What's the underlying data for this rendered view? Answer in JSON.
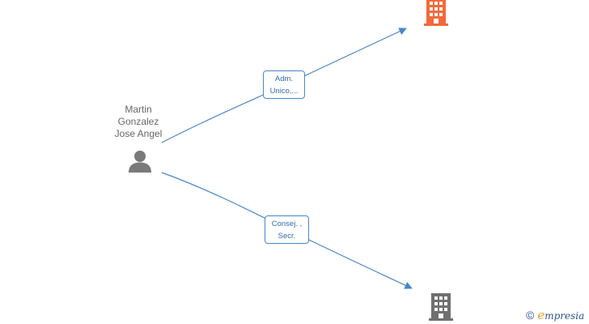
{
  "person": {
    "name_lines": [
      "Martin",
      "Gonzalez",
      "Jose Angel"
    ],
    "icon": "person-icon"
  },
  "relations": [
    {
      "role_lines": [
        "Adm.",
        "Unico,..."
      ],
      "target_icon": "building-icon",
      "target_color": "#f26a3a"
    },
    {
      "role_lines": [
        "Consej. ,",
        "Secr."
      ],
      "target_icon": "building-icon",
      "target_color": "#707070"
    }
  ],
  "colors": {
    "edge": "#4a86c8",
    "person": "#7a7a7a",
    "label_text": "#2f6db0"
  },
  "brand": {
    "copyright_symbol": "©",
    "initial": "e",
    "name_rest": "mpresia"
  }
}
